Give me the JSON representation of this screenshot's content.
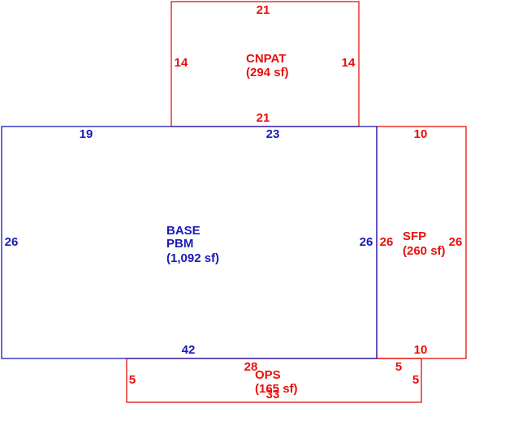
{
  "colors": {
    "base": "#1a1ab8",
    "addition": "#e8100c"
  },
  "areas": {
    "base": {
      "name": "BASE",
      "code": "PBM",
      "area": "(1,092 sf)",
      "dims": {
        "top_left": "19",
        "top_right": "23",
        "left": "26",
        "right": "26",
        "bottom": "42"
      }
    },
    "cnpat": {
      "name": "CNPAT",
      "area": "(294 sf)",
      "dims": {
        "top": "21",
        "left": "14",
        "right": "14",
        "bottom": "21"
      }
    },
    "sfp": {
      "name": "SFP",
      "area": "(260 sf)",
      "dims": {
        "top": "10",
        "left": "26",
        "right": "26",
        "bottom": "10"
      }
    },
    "ops": {
      "name": "OPS",
      "area": "(165 sf)",
      "dims": {
        "top": "28",
        "top_right": "5",
        "left": "5",
        "right": "5",
        "bottom": "33"
      }
    }
  }
}
